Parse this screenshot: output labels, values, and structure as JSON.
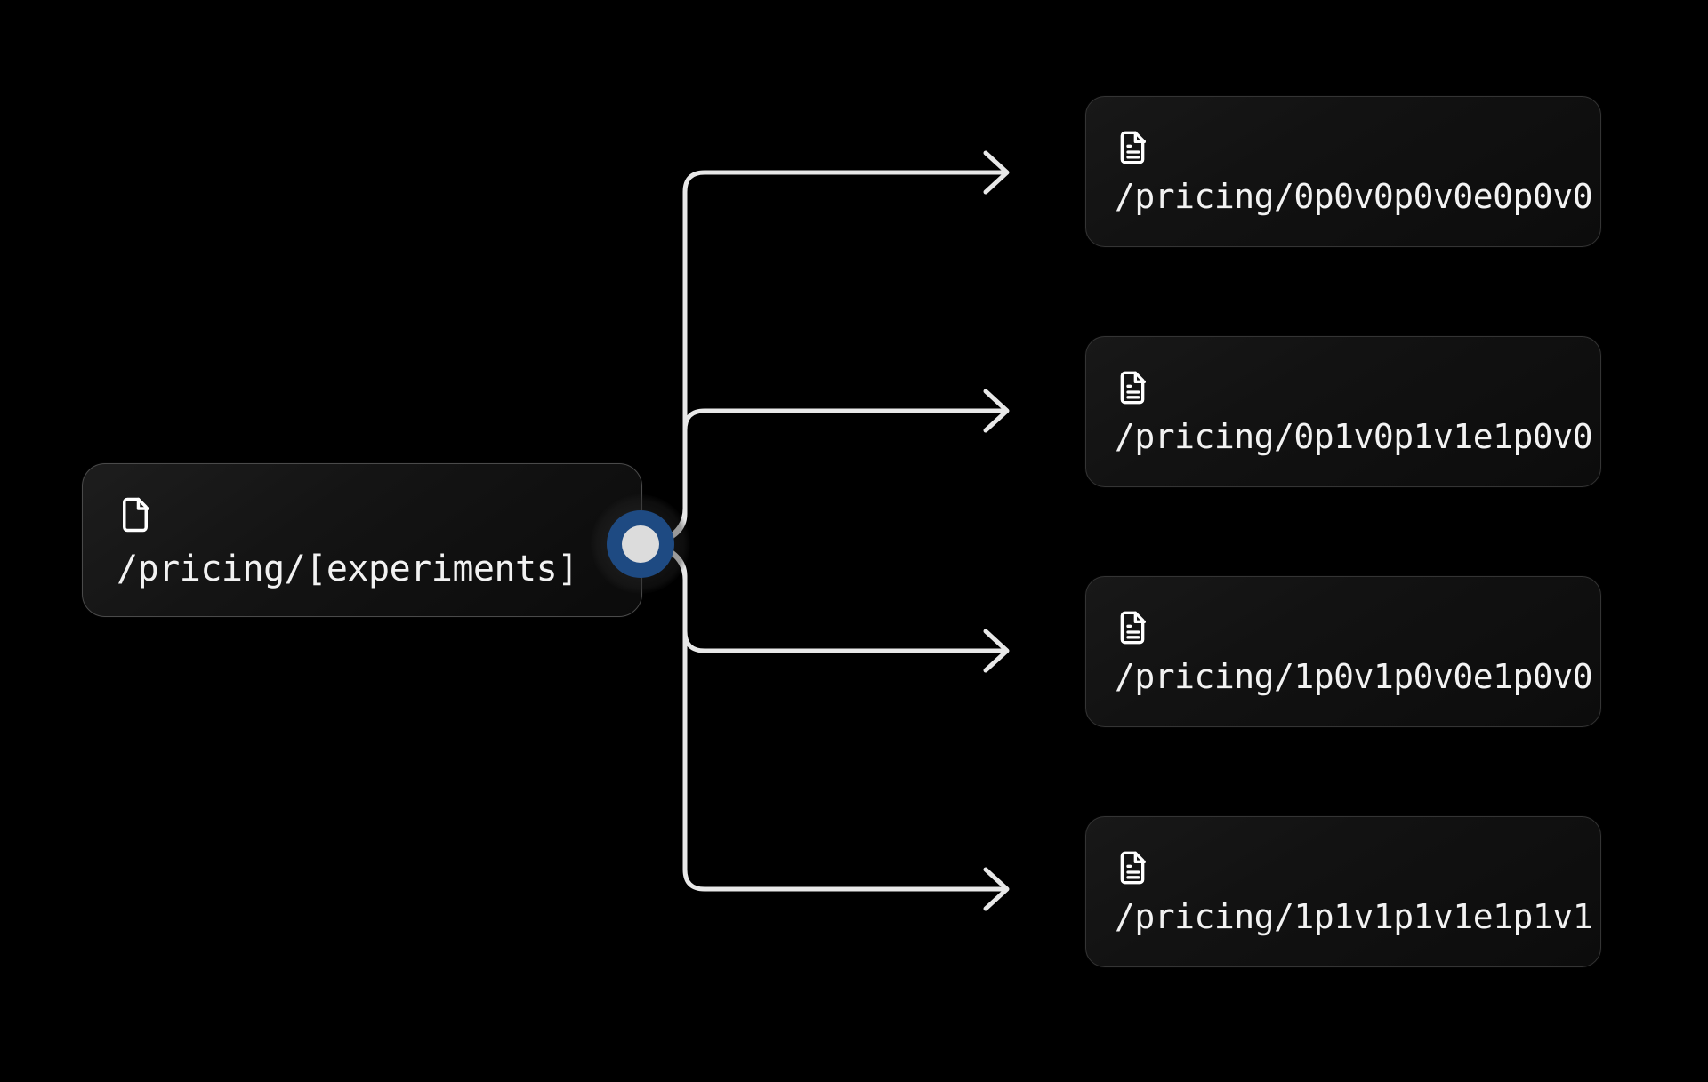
{
  "theme": {
    "background": "#000000",
    "card_bg": "#121212",
    "card_border": "#3a3a3a",
    "text": "#f2f2f2",
    "edge": "#e8e8e8",
    "handle_ring": "#1e4a82",
    "handle_dot": "#dcdcdc"
  },
  "graph": {
    "source": {
      "label": "/pricing/[experiments]",
      "icon": "file-icon"
    },
    "handle": {
      "name": "source-connector-handle"
    },
    "targets": [
      {
        "label": "/pricing/0p0v0p0v0e0p0v0",
        "icon": "file-text-icon"
      },
      {
        "label": "/pricing/0p1v0p1v1e1p0v0",
        "icon": "file-text-icon"
      },
      {
        "label": "/pricing/1p0v1p0v0e1p0v0",
        "icon": "file-text-icon"
      },
      {
        "label": "/pricing/1p1v1p1v1e1p1v1",
        "icon": "file-text-icon"
      }
    ]
  }
}
